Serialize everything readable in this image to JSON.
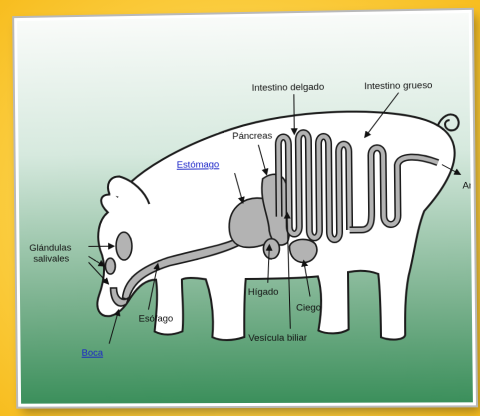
{
  "diagram": {
    "labels": {
      "intestino_delgado": "Intestino delgado",
      "intestino_grueso": "Intestino grueso",
      "pancreas": "Páncreas",
      "estomago": "Estómago",
      "ano": "Ano",
      "glandulas_1": "Glándulas",
      "glandulas_2": "salivales",
      "boca": "Boca",
      "esofago": "Esófago",
      "higado": "Hígado",
      "ciego": "Ciego",
      "vesicula": "Vesícula biliar"
    },
    "colors": {
      "body_fill": "#ffffff",
      "outline": "#1c1c1c",
      "link": "#1a24c8",
      "background_top": "#f9fbf9",
      "background_bottom": "#3b8f5b",
      "outer_background": "#fcd24a"
    }
  }
}
